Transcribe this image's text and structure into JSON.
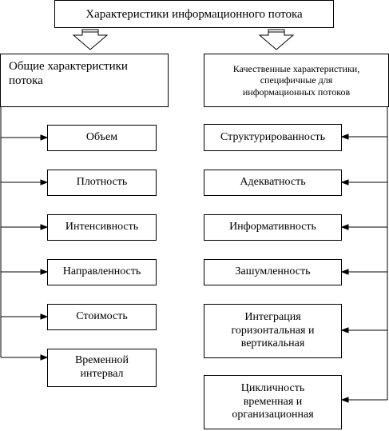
{
  "header": {
    "title": "Характеристики информационного потока"
  },
  "left": {
    "title": "Общие характеристики\nпотока",
    "items": [
      "Объем",
      "Плотность",
      "Интенсивность",
      "Направленность",
      "Стоимость",
      "Временной\nинтервал"
    ]
  },
  "right": {
    "title": "Качественные характеристики,\nспецифичные для\nинформационных потоков",
    "items": [
      "Структурированность",
      "Адекватность",
      "Информативность",
      "Зашумленность",
      "Интеграция\nгоризонтальная и\nвертикальная",
      "Цикличность\nвременная и\nорганизационная"
    ]
  }
}
